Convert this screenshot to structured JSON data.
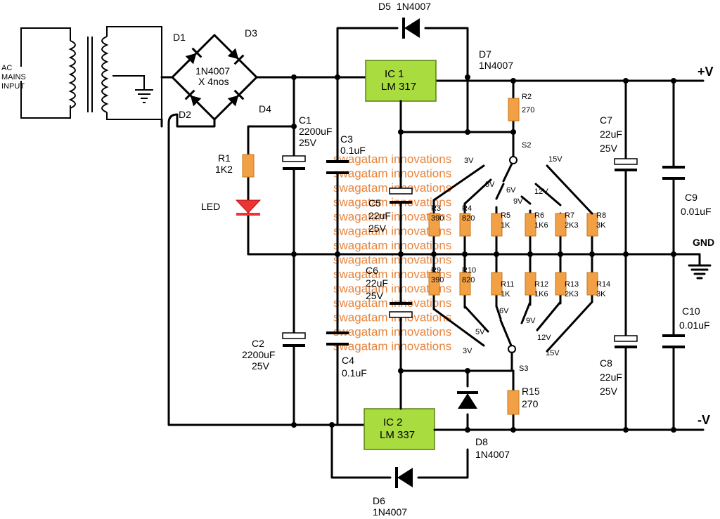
{
  "ac_input": [
    "AC",
    "MAINS",
    "INPUT"
  ],
  "bridge": {
    "d1": "D1",
    "d2": "D2",
    "d3": "D3",
    "d4": "D4",
    "part": "1N4007",
    "qty": "X 4nos"
  },
  "diodes": {
    "d5": [
      "D5",
      "1N4007"
    ],
    "d6": [
      "D6",
      "1N4007"
    ],
    "d7": [
      "D7",
      "1N4007"
    ],
    "d8": [
      "D8",
      "1N4007"
    ]
  },
  "ic1": [
    "IC 1",
    "LM 317"
  ],
  "ic2": [
    "IC 2",
    "LM 337"
  ],
  "rails": {
    "pos": "+V",
    "neg": "-V",
    "gnd": "GND"
  },
  "r1": [
    "R1",
    "1K2"
  ],
  "led": "LED",
  "caps": {
    "c1": [
      "C1",
      "2200uF",
      "25V"
    ],
    "c2": [
      "C2",
      "2200uF",
      "25V"
    ],
    "c3": [
      "C3",
      "0.1uF"
    ],
    "c4": [
      "C4",
      "0.1uF"
    ],
    "c5": [
      "C5",
      "22uF",
      "25V"
    ],
    "c6": [
      "C6",
      "22uF",
      "25V"
    ],
    "c7": [
      "C7",
      "22uF",
      "25V"
    ],
    "c8": [
      "C8",
      "22uF",
      "25V"
    ],
    "c9": [
      "C9",
      "0.01uF"
    ],
    "c10": [
      "C10",
      "0.01uF"
    ]
  },
  "r2": [
    "R2",
    "270"
  ],
  "r15": [
    "R15",
    "270"
  ],
  "switches": {
    "s2": "S2",
    "s3": "S3"
  },
  "upper_resistors": [
    [
      "R3",
      "390"
    ],
    [
      "R4",
      "820"
    ],
    [
      "R5",
      "1K"
    ],
    [
      "R6",
      "1K6"
    ],
    [
      "R7",
      "2K3"
    ],
    [
      "R8",
      "3K"
    ]
  ],
  "lower_resistors": [
    [
      "R9",
      "390"
    ],
    [
      "R10",
      "820"
    ],
    [
      "R11",
      "1K"
    ],
    [
      "R12",
      "1K6"
    ],
    [
      "R13",
      "2K3"
    ],
    [
      "R14",
      "3K"
    ]
  ],
  "upper_taps": [
    "3V",
    "5V",
    "6V",
    "9V",
    "12V",
    "15V"
  ],
  "lower_taps": [
    "3V",
    "5V",
    "6V",
    "9V",
    "12V",
    "15V"
  ],
  "watermark": "swagatam innovations"
}
